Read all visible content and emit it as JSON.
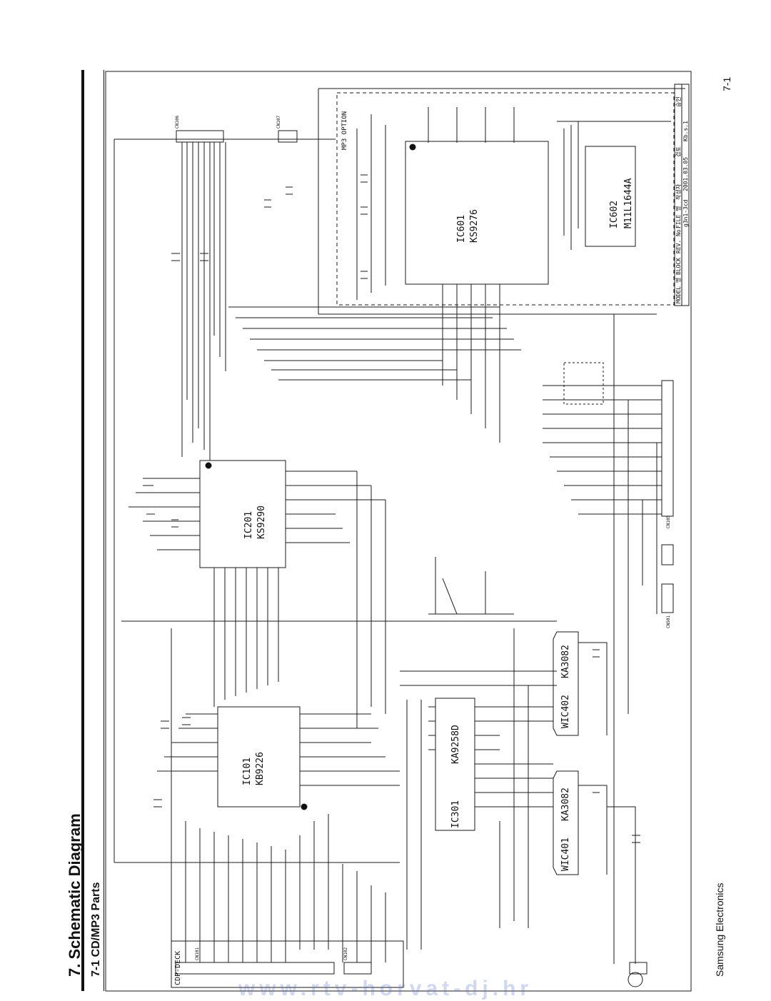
{
  "page": {
    "title": "7. Schematic Diagram",
    "subtitle": "7-1 CD/MP3 Parts",
    "company": "Samsung Electronics",
    "page_number": "7-1",
    "watermark": "www.rtv-horvat-dj.hr"
  },
  "schematic": {
    "ic_labels": [
      {
        "ref": "IC101",
        "part": "KB9226"
      },
      {
        "ref": "IC201",
        "part": "KS9290"
      },
      {
        "ref": "IC301",
        "part": "KA9258D"
      },
      {
        "ref": "IC601",
        "part": "KS9276"
      },
      {
        "ref": "IC602",
        "part": "M11L1644A"
      },
      {
        "ref": "WIC401",
        "part": "KA3082"
      },
      {
        "ref": "WIC402",
        "part": "KA3082"
      }
    ],
    "option_label": "MP3 OPTION",
    "deck_label": "CDP-DECK",
    "connectors": [
      "CN101",
      "CN102",
      "CN105",
      "CN106",
      "CN107",
      "CN501"
    ],
    "title_block": {
      "row1": [
        "MODEL 명",
        "BLOCK",
        "REV. No.",
        "FILE 명",
        "작성자",
        "검토",
        "승인"
      ],
      "row2": [
        "g3n1-3cd",
        "2001.03.05",
        "Kb.s.1"
      ]
    }
  }
}
